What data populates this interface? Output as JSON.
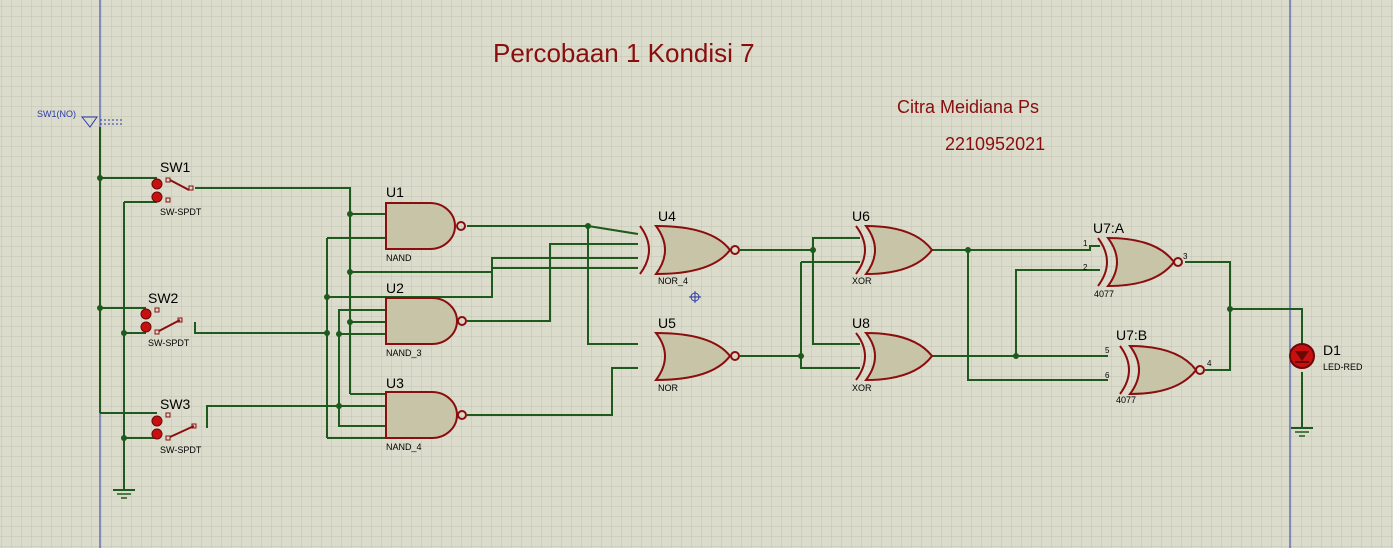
{
  "title": "Percobaan 1 Kondisi 7",
  "author": "Citra Meidiana Ps",
  "student_id": "2210952021",
  "probe_label": "SW1(NO)",
  "colors": {
    "background": "#dcdccc",
    "grid": "#c2c2b2",
    "wire": "#1e5a1e",
    "component_outline": "#8a0e0e",
    "component_fill": "#c8c4a8",
    "led": "#c81010"
  },
  "switches": [
    {
      "ref": "SW1",
      "value": "SW-SPDT"
    },
    {
      "ref": "SW2",
      "value": "SW-SPDT"
    },
    {
      "ref": "SW3",
      "value": "SW-SPDT"
    }
  ],
  "gates": {
    "u1": {
      "ref": "U1",
      "value": "NAND"
    },
    "u2": {
      "ref": "U2",
      "value": "NAND_3"
    },
    "u3": {
      "ref": "U3",
      "value": "NAND_4"
    },
    "u4": {
      "ref": "U4",
      "value": "NOR_4"
    },
    "u5": {
      "ref": "U5",
      "value": "NOR"
    },
    "u6": {
      "ref": "U6",
      "value": "XOR"
    },
    "u8": {
      "ref": "U8",
      "value": "XOR"
    },
    "u7a": {
      "ref": "U7:A",
      "value": "4077",
      "pins": [
        "1",
        "2",
        "3"
      ]
    },
    "u7b": {
      "ref": "U7:B",
      "value": "4077",
      "pins": [
        "5",
        "6",
        "4"
      ]
    }
  },
  "led": {
    "ref": "D1",
    "value": "LED-RED"
  }
}
